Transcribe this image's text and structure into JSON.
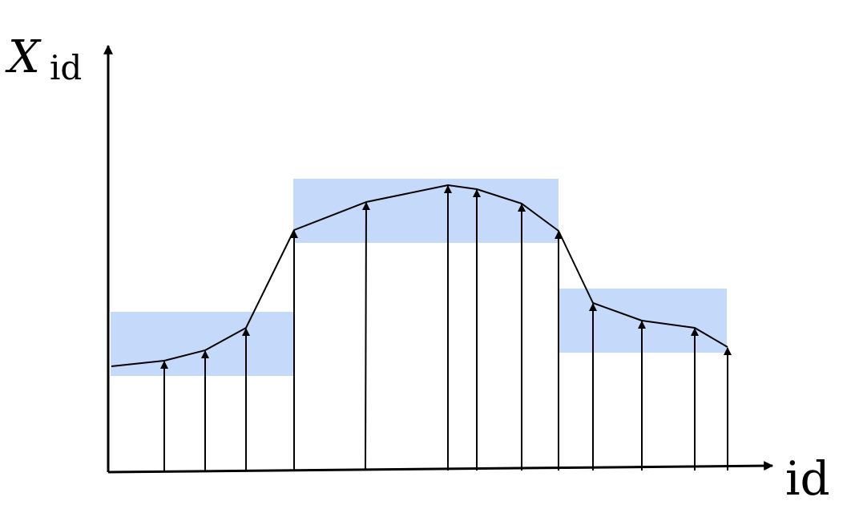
{
  "axes": {
    "y_label_main": "X",
    "y_label_sub": "id",
    "x_label": "id"
  },
  "colors": {
    "band_fill": "#c5d9fb",
    "line": "#000000"
  }
}
